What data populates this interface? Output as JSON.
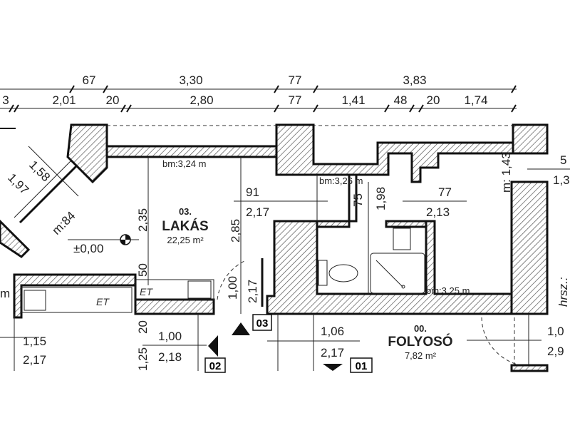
{
  "dimensions_top_row1": [
    "67",
    "3,30",
    "77",
    "3,83"
  ],
  "dimensions_top_row2": [
    "3",
    "2,01",
    "20",
    "2,80",
    "77",
    "1,41",
    "48",
    "20",
    "1,74"
  ],
  "window": {
    "w1": "1,58",
    "w2": "1,97",
    "sill": "m:84"
  },
  "room_03": {
    "number": "03.",
    "name": "LAKÁS",
    "area": "22,25 m²",
    "ceiling": "bm:3,24 m",
    "level": "±0,00"
  },
  "room_00": {
    "number": "00.",
    "name": "FOLYOSÓ",
    "area": "7,82 m²"
  },
  "ceilings": {
    "bath": "bm:3,26 m",
    "right": "bm:3,25 m"
  },
  "labels": {
    "h235": "2,35",
    "h285": "2,85",
    "d91": "91",
    "d217a": "2,17",
    "d75": "75",
    "d198": "1,98",
    "d77": "77",
    "d213": "2,13",
    "d50": "50",
    "d100a": "1,00",
    "d217b": "2,17",
    "m143": "m: 1,43",
    "r5": "5",
    "r13": "1,3",
    "m_left": "m",
    "et1": "ET",
    "et2": "ET",
    "d20": "20",
    "d125": "1,25",
    "d100b": "1,00",
    "d218": "2,18",
    "d115": "1,15",
    "d217c": "2,17",
    "d106": "1,06",
    "d217d": "2,17",
    "r10": "1,0",
    "r29": "2,9",
    "hrsz": "hrsz.:"
  },
  "section_markers": [
    "03",
    "02",
    "01"
  ]
}
